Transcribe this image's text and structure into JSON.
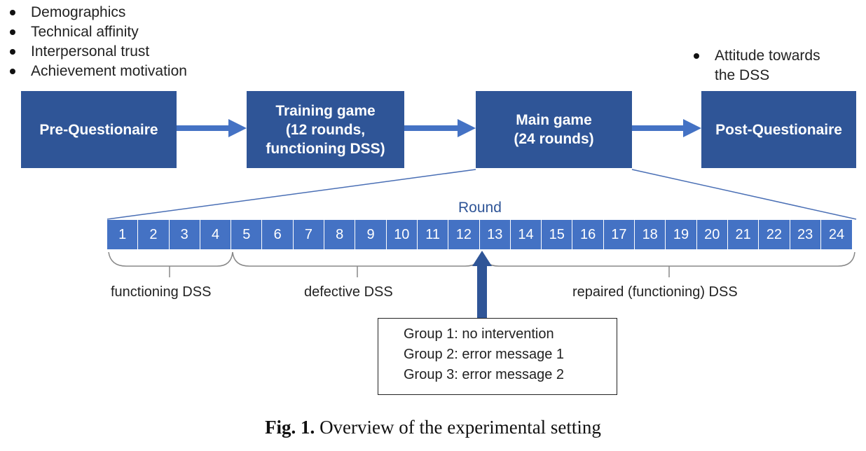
{
  "pre_bullets": [
    "Demographics",
    "Technical affinity",
    "Interpersonal trust",
    "Achievement motivation"
  ],
  "post_bullets": [
    "Attitude towards\nthe DSS"
  ],
  "stages": [
    {
      "id": "pre",
      "label": "Pre-Questionaire"
    },
    {
      "id": "training",
      "label": "Training game\n(12 rounds,\nfunctioning DSS)"
    },
    {
      "id": "main",
      "label": "Main game\n(24 rounds)"
    },
    {
      "id": "post",
      "label": "Post-Questionaire"
    }
  ],
  "round_title": "Round",
  "rounds": [
    "1",
    "2",
    "3",
    "4",
    "5",
    "6",
    "7",
    "8",
    "9",
    "10",
    "11",
    "12",
    "13",
    "14",
    "15",
    "16",
    "17",
    "18",
    "19",
    "20",
    "21",
    "22",
    "23",
    "24"
  ],
  "phases": [
    {
      "label": "functioning DSS"
    },
    {
      "label": "defective DSS"
    },
    {
      "label": "repaired (functioning) DSS"
    }
  ],
  "groups": [
    "Group 1: no intervention",
    "Group 2: error message 1",
    "Group 3: error message 2"
  ],
  "caption": {
    "bold": "Fig. 1.",
    "text": " Overview of the experimental setting"
  },
  "colors": {
    "box": "#2f5597",
    "arrow": "#4472c4",
    "strip": "#4472c4",
    "line": "#4a6fb5"
  }
}
